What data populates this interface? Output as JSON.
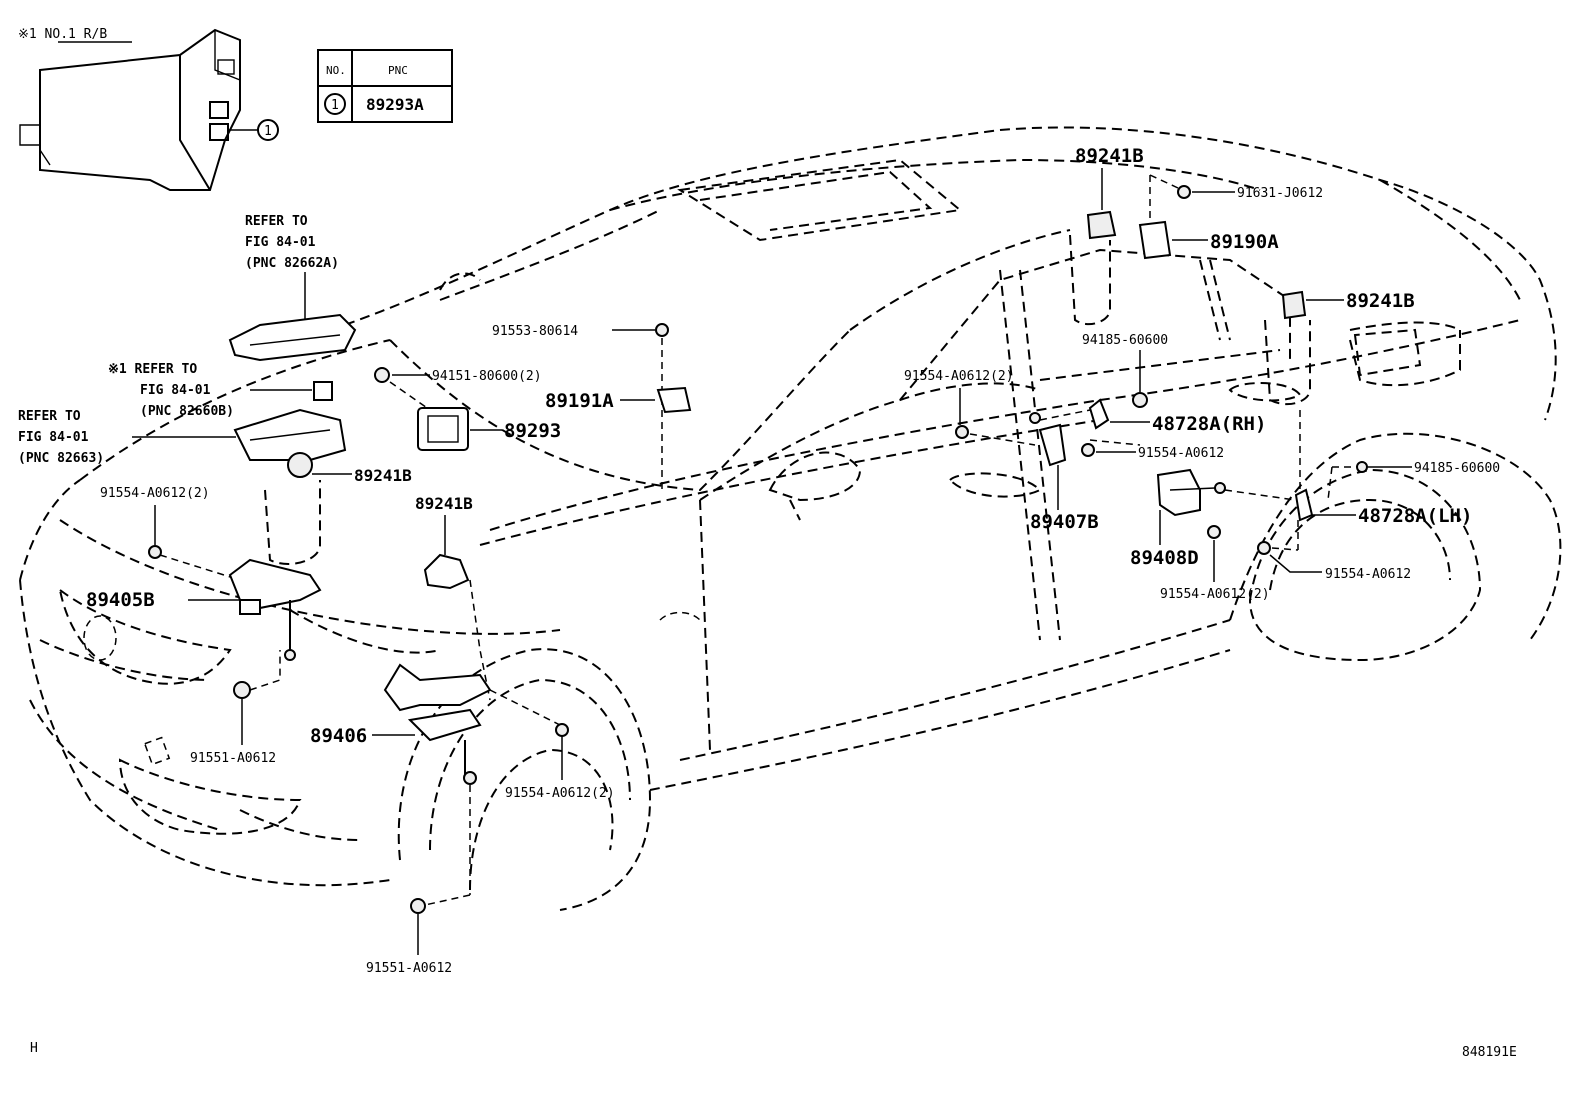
{
  "header": {
    "relay_box_note": "※1 NO.1 R/B"
  },
  "pnc_table": {
    "col_no": "NO.",
    "col_pnc": "PNC",
    "row_no": "1",
    "row_pnc": "89293A"
  },
  "callout_circle": "1",
  "refer_notes": {
    "top": [
      "REFER TO",
      "FIG 84-01",
      "(PNC 82662A)"
    ],
    "middle": [
      "※1 REFER TO",
      "FIG 84-01",
      "(PNC 82660B)"
    ],
    "left": [
      "REFER TO",
      "FIG 84-01",
      "(PNC 82663)"
    ]
  },
  "part_labels": {
    "p89241B_top": "89241B",
    "p91631": "91631-J0612",
    "p89190A": "89190A",
    "p89241B_rear": "89241B",
    "p94185_a": "94185-60600",
    "p91554_door": "91554-A0612(2)",
    "p48728A_rh": "48728A(RH)",
    "p91554_rh": "91554-A0612",
    "p94185_b": "94185-60600",
    "p48728A_lh": "48728A(LH)",
    "p91554_lh": "91554-A0612",
    "p89407B": "89407B",
    "p89408D": "89408D",
    "p91554_rear2": "91554-A0612(2)",
    "p91553": "91553-80614",
    "p94151": "94151-80600(2)",
    "p89191A": "89191A",
    "p89293": "89293",
    "p89241B_front": "89241B",
    "p89241B_mid": "89241B",
    "p91554_front2": "91554-A0612(2)",
    "p89405B": "89405B",
    "p91551_a": "91551-A0612",
    "p89406": "89406",
    "p91554_fr2": "91554-A0612(2)",
    "p91551_b": "91551-A0612"
  },
  "footer": {
    "left_mark": "H",
    "figure_id": "848191E"
  }
}
